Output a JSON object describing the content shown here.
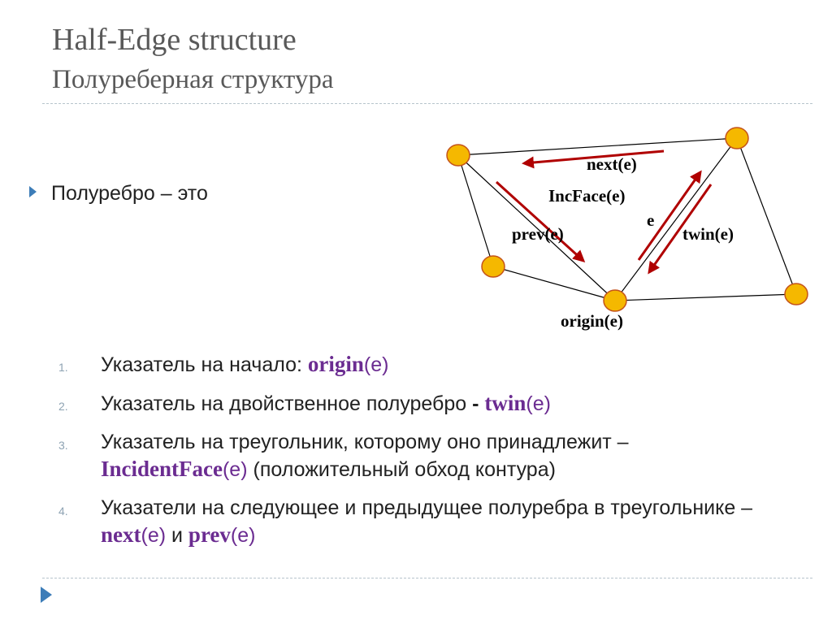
{
  "slide": {
    "title": "Half-Edge structure",
    "subtitle": "Полуреберная структура"
  },
  "bullet": {
    "text": "Полуребро – это"
  },
  "diagram": {
    "labels": {
      "next": "next(e)",
      "incface": "IncFace(e)",
      "e": "e",
      "prev": "prev(e)",
      "twin": "twin(e)",
      "origin": "origin(e)"
    },
    "colors": {
      "vertex_fill": "#f5b800",
      "vertex_stroke": "#c4531a",
      "arrow": "#b00000",
      "edge": "#000000"
    }
  },
  "list": {
    "items": [
      {
        "number": "1.",
        "prefix": "Указатель на начало: ",
        "keyword": "origin",
        "arg": "(e)"
      },
      {
        "number": "2.",
        "prefix": "Указатель на двойственное полуребро ",
        "dash": "- ",
        "keyword": "twin",
        "arg": "(e)"
      },
      {
        "number": "3.",
        "prefix": "Указатель на треугольник, которому оно принадлежит –",
        "keyword": "IncidentFace",
        "arg": "(e)",
        "suffix": " (положительный обход контура)"
      },
      {
        "number": "4.",
        "prefix": "Указатели на следующее и предыдущее полуребра в треугольнике – ",
        "keyword": "next",
        "arg": "(e)",
        "middle": " и ",
        "keyword2": "prev",
        "arg2": "(e)"
      }
    ]
  }
}
